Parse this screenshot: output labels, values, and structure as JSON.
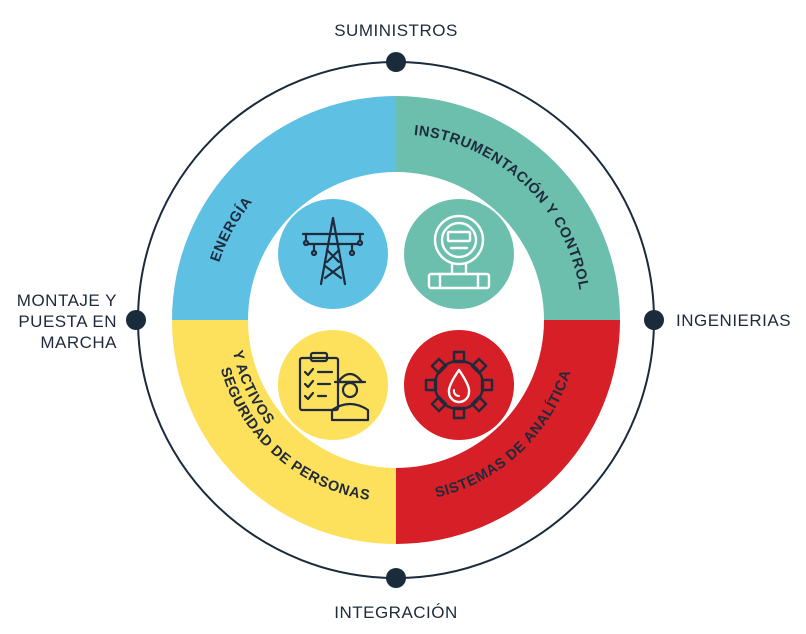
{
  "outer_nodes": {
    "top": "SUMINISTROS",
    "right": "INGENIERIAS",
    "bottom": "INTEGRACIÓN",
    "left": [
      "MONTAJE Y",
      "PUESTA EN",
      "MARCHA"
    ]
  },
  "segments": [
    {
      "id": "energia",
      "label": "ENERGÍA",
      "color": "#5ec1e4",
      "icon": "power-tower-icon"
    },
    {
      "id": "instrumentacion",
      "label": "INSTRUMENTACIÓN Y CONTROL",
      "color": "#6cbfad",
      "icon": "meter-icon"
    },
    {
      "id": "analitica",
      "label": "SISTEMAS DE ANALÍTICA",
      "color": "#d61f26",
      "icon": "gear-drop-icon"
    },
    {
      "id": "seguridad",
      "label_lines": [
        "SEGURIDAD DE PERSONAS",
        "Y ACTIVOS"
      ],
      "color": "#fde05b",
      "icon": "safety-worker-icon"
    }
  ],
  "colors": {
    "dark": "#1a2b3c",
    "ring_line": "#1a2b3c",
    "icon_stroke": "#1f2a3c"
  }
}
